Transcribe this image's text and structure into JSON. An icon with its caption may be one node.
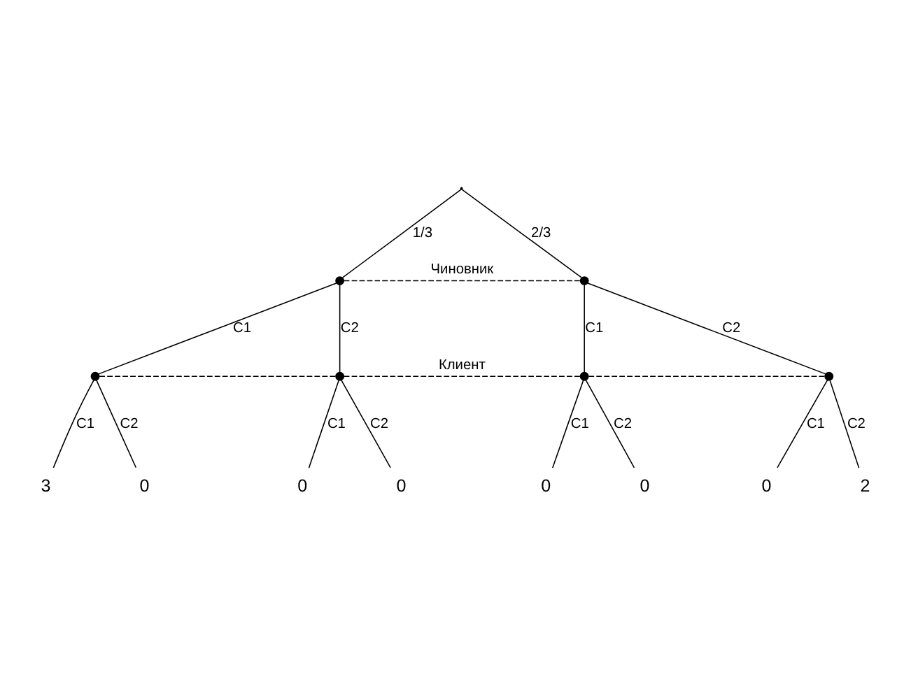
{
  "diagram": {
    "nodes": [
      {
        "text": [],
        "shape": "point"
      },
      {
        "text": [],
        "shape": "circle"
      },
      {
        "text": [],
        "shape": "circle"
      },
      {
        "text": [],
        "shape": "circle"
      },
      {
        "text": [],
        "shape": "circle"
      },
      {
        "text": [],
        "shape": "circle"
      },
      {
        "text": [],
        "shape": "circle"
      },
      {
        "text": [
          "3"
        ]
      },
      {
        "text": [
          "0"
        ]
      },
      {
        "text": [
          "0"
        ]
      },
      {
        "text": [
          "0"
        ]
      },
      {
        "text": [
          "0"
        ]
      },
      {
        "text": [
          "0"
        ]
      },
      {
        "text": [
          "0"
        ]
      },
      {
        "text": [
          "2"
        ]
      }
    ],
    "edges": [
      {
        "from": 0,
        "to": 1,
        "arrow": "none",
        "label": "1/3"
      },
      {
        "from": 0,
        "to": 2,
        "arrow": "none",
        "label": "2/3"
      },
      {
        "from": 1,
        "to": 2,
        "arrow": "none",
        "label": "Чиновник",
        "style": "dashed"
      },
      {
        "from": 1,
        "to": 3,
        "arrow": "none",
        "label": "C1"
      },
      {
        "from": 1,
        "to": 4,
        "arrow": "none",
        "label": "C2"
      },
      {
        "from": 2,
        "to": 5,
        "arrow": "none",
        "label": "C1"
      },
      {
        "from": 2,
        "to": 6,
        "arrow": "none",
        "label": "C2"
      },
      {
        "from": 3,
        "to": 4,
        "arrow": "none",
        "style": "dashed"
      },
      {
        "from": 4,
        "to": 5,
        "arrow": "none",
        "label": "Клиент",
        "style": "dashed"
      },
      {
        "from": 5,
        "to": 6,
        "arrow": "none",
        "style": "dashed"
      },
      {
        "from": 3,
        "to": 7,
        "arrow": "none",
        "label": "C1"
      },
      {
        "from": 3,
        "to": 8,
        "arrow": "none",
        "label": "C2"
      },
      {
        "from": 4,
        "to": 9,
        "arrow": "none",
        "label": "C1"
      },
      {
        "from": 4,
        "to": 10,
        "arrow": "none",
        "label": "C2"
      },
      {
        "from": 5,
        "to": 11,
        "arrow": "none",
        "label": "C1"
      },
      {
        "from": 5,
        "to": 12,
        "arrow": "none",
        "label": "C2"
      },
      {
        "from": 6,
        "to": 13,
        "arrow": "none",
        "label": "C1"
      },
      {
        "from": 6,
        "to": 14,
        "arrow": "none",
        "label": "C2"
      }
    ]
  }
}
